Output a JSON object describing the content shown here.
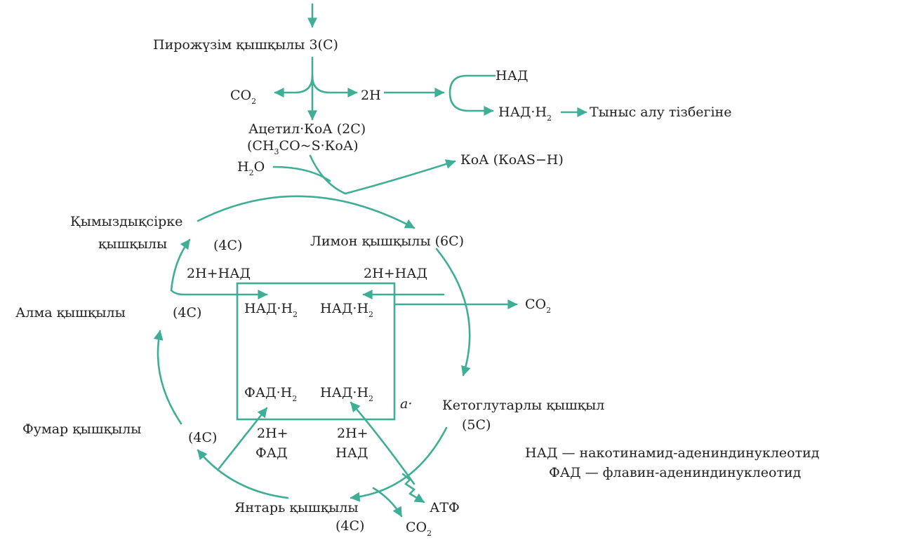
{
  "colors": {
    "arrow": "#3fae96",
    "text": "#222222",
    "background": "#ffffff"
  },
  "nodes": {
    "pyruvate": "Пирожүзім қышқылы 3(С)",
    "co2_top": "CO",
    "co2_top_sub": "2",
    "twoH_top": "2H",
    "nad_top": "НАД",
    "nadh_top": "НАД·Н",
    "nadh_top_sub": "2",
    "resp_chain": "Тыныс алу тізбегіне",
    "acetyl_line1": "Ацетил·КоА (2С)",
    "acetyl_line2_a": "(СН",
    "acetyl_line2_sub": "3",
    "acetyl_line2_b": "СО~S·КоА)",
    "h2o_h": "Н",
    "h2o_sub": "2",
    "h2o_o": "О",
    "coa": "КоА (КоAS−Н)",
    "oxaloacetate_line1": "Қымыздықсірке",
    "oxaloacetate_line2": "қышқылы",
    "oxaloacetate_c": "(4С)",
    "citrate": "Лимон қышқылы (6С)",
    "twoH_nad_left": "2Н+НАД",
    "twoH_nad_right": "2Н+НАД",
    "malate": "Алма қышқылы",
    "malate_c": "(4С)",
    "co2_right": "CO",
    "co2_right_sub": "2",
    "box_nadh": "НАД·Н",
    "box_sub": "2",
    "box_fadh": "ФАД·Н",
    "ketoglutarate": "Кетоглутарлы қышқыл",
    "ketoglutarate_c": "(5С)",
    "a_label": "a·",
    "fumarate": "Фумар қышқылы",
    "fumarate_c": "(4С)",
    "twoH_fad_1": "2Н+",
    "twoH_fad_2": "ФАД",
    "twoH_nad2_1": "2Н+",
    "twoH_nad2_2": "НАД",
    "succinate": "Янтарь қышқылы",
    "succinate_c": "(4С)",
    "atp": "АТФ",
    "co2_bottom": "CO",
    "co2_bottom_sub": "2"
  },
  "legend": {
    "nad": "НАД — накотинамид-аденинди­нуклеотид",
    "fad": "ФАД — флавин-аденинди­нуклеотид"
  }
}
